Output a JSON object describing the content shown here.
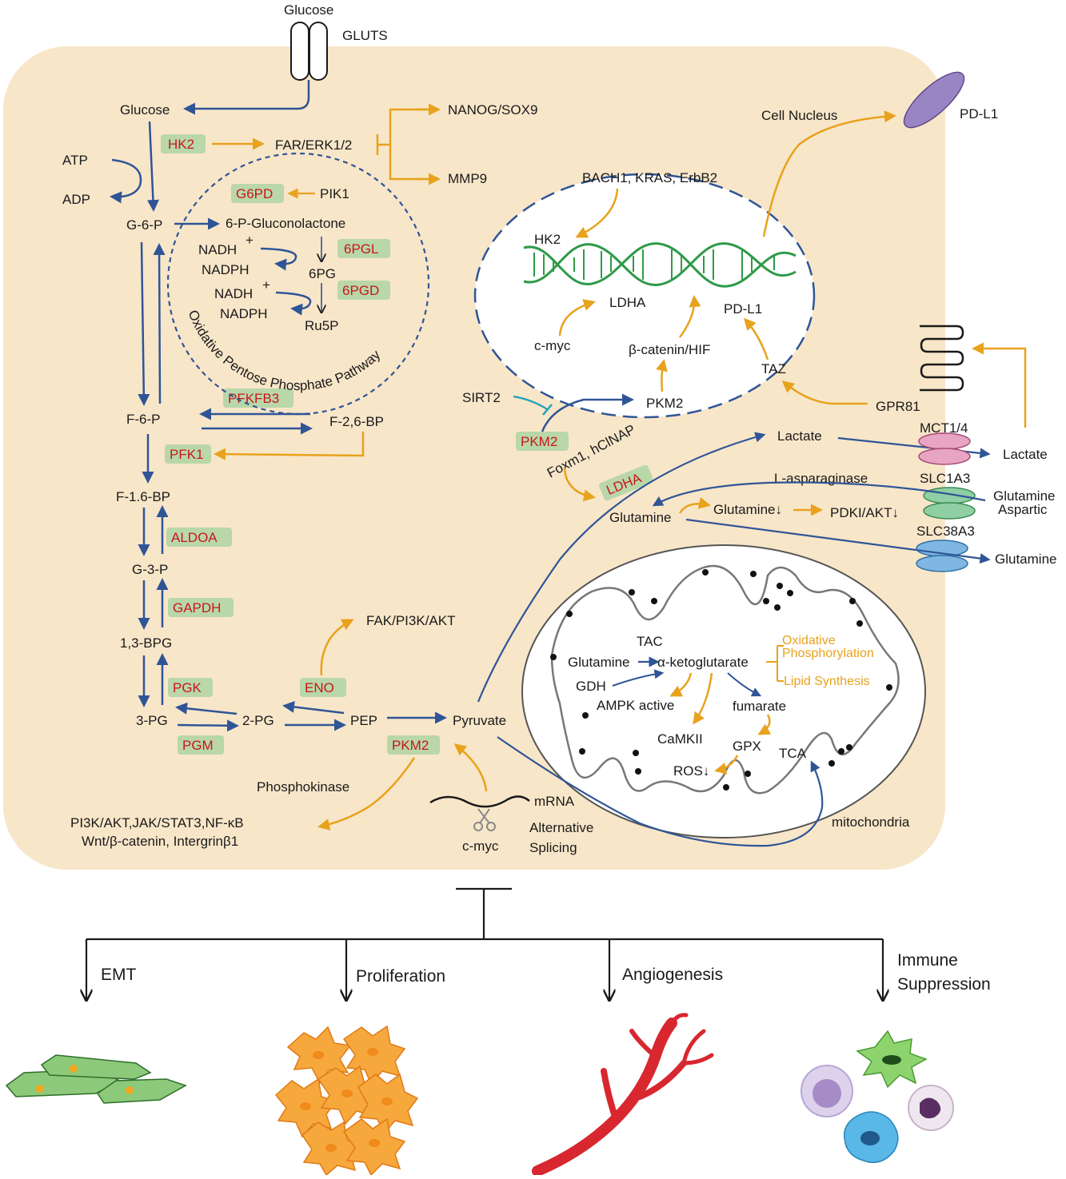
{
  "title": "",
  "colors": {
    "cell": "#f8e6c9",
    "blue_arrow": "#2f5597",
    "orange_arrow": "#e8a21c",
    "enzyme_box": "#b9d7a8",
    "enzyme_text": "#c8161d",
    "dna": "#2e9a47",
    "teal": "#1fa2b8"
  },
  "external": {
    "glucose_top": "Glucose",
    "gluts": "GLUTS",
    "pdl1_surface": "PD-L1",
    "lactate_out": "Lactate",
    "glutamine_aspartic_1": "Glutamine",
    "glutamine_aspartic_2": "Aspartic",
    "glutamine_out": "Glutamine"
  },
  "glycolysis": {
    "glucose": "Glucose",
    "atp": "ATP",
    "adp": "ADP",
    "g6p": "G-6-P",
    "f6p": "F-6-P",
    "f16bp": "F-1.6-BP",
    "g3p": "G-3-P",
    "bpg13": "1,3-BPG",
    "pg3": "3-PG",
    "pg2": "2-PG",
    "pep": "PEP",
    "pyruvate": "Pyruvate",
    "f26bp": "F-2,6-BP"
  },
  "enzymes": {
    "hk2": "HK2",
    "g6pd": "G6PD",
    "pgl6": "6PGL",
    "pgd6": "6PGD",
    "pfkfb3": "PFKFB3",
    "pfk1": "PFK1",
    "aldoa": "ALDOA",
    "gapdh": "GAPDH",
    "pgk": "PGK",
    "pgm": "PGM",
    "eno": "ENO",
    "pkm2_bottom": "PKM2",
    "pkm2_mid": "PKM2",
    "ldha": "LDHA"
  },
  "signaling": {
    "far_erk": "FAR/ERK1/2",
    "nanog": "NANOG/SOX9",
    "mmp9": "MMP9",
    "pik1": "PIK1",
    "fak": "FAK/PI3K/AKT",
    "phosphokinase": "Phosphokinase",
    "pathways_1": "PI3K/AKT,JAK/STAT3,NF-κB",
    "pathways_2": "Wnt/β-catenin, Intergrinβ1",
    "mrna": "mRNA",
    "cmyc_bottom": "c-myc",
    "alt_splicing_1": "Alternative",
    "alt_splicing_2": "Splicing",
    "sirt2": "SIRT2",
    "foxm1": "Foxm1, hClNAP"
  },
  "ppp": {
    "gluconolactone": "6-P-Gluconolactone",
    "nadh1": "NADH",
    "nadph1": "NADPH",
    "pg6": "6PG",
    "nadh2": "NADH",
    "nadph2": "NADPH",
    "ru5p": "Ru5P",
    "plus": "+",
    "label": "Oxidative Pentose Phosphate Pathway"
  },
  "nucleus": {
    "cell_nucleus": "Cell Nucleus",
    "bach1": "BACH1, KRAS, ErbB2",
    "hk2": "HK2",
    "ldha": "LDHA",
    "cmyc": "c-myc",
    "bcatenin": "β-catenin/HIF",
    "pdl1": "PD-L1",
    "taz": "TAZ",
    "pkm2": "PKM2"
  },
  "membrane": {
    "gpr81": "GPR81",
    "mct": "MCT1/4",
    "lactate": "Lactate",
    "l_asparaginase": "L-asparaginase",
    "slc1a3": "SLC1A3",
    "slc38a3": "SLC38A3",
    "glutamine": "Glutamine",
    "glutamine_down": "Glutamine↓",
    "pdki": "PDKI/AKT↓"
  },
  "mito": {
    "tac": "TAC",
    "glutamine": "Glutamine",
    "akg": "α-ketoglutarate",
    "oxphos_1": "Oxidative",
    "oxphos_2": "Phosphorylation",
    "lipid": "Lipid Synthesis",
    "gdh": "GDH",
    "ampk": "AMPK active",
    "fumarate": "fumarate",
    "camkii": "CaMKII",
    "gpx": "GPX",
    "ros": "ROS↓",
    "tca": "TCA",
    "label": "mitochondria"
  },
  "outcomes": [
    "EMT",
    "Proliferation",
    "Angiogenesis",
    "Immune",
    "Suppression"
  ]
}
